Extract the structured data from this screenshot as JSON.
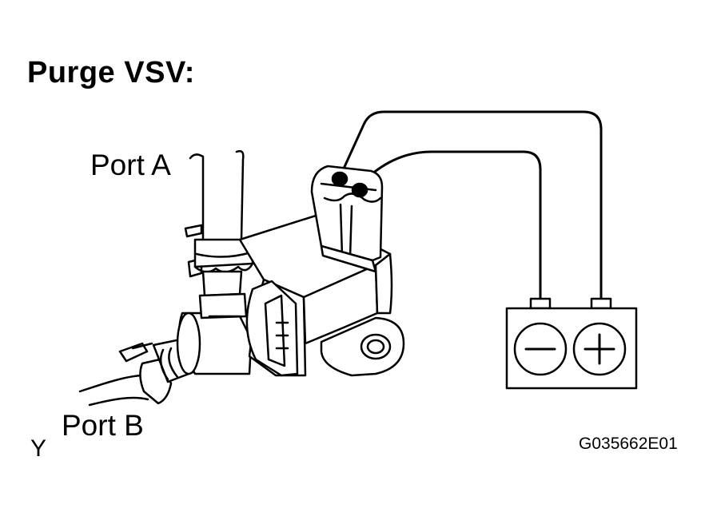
{
  "title": "Purge VSV:",
  "labels": {
    "port_a": "Port A",
    "port_b": "Port B",
    "corner_mark": "Y"
  },
  "figure_code": "G035662E01",
  "battery": {
    "negative_symbol": "−",
    "positive_symbol": "+"
  },
  "colors": {
    "line": "#000000",
    "fill": "#ffffff",
    "shade": "#d9d9d9"
  }
}
